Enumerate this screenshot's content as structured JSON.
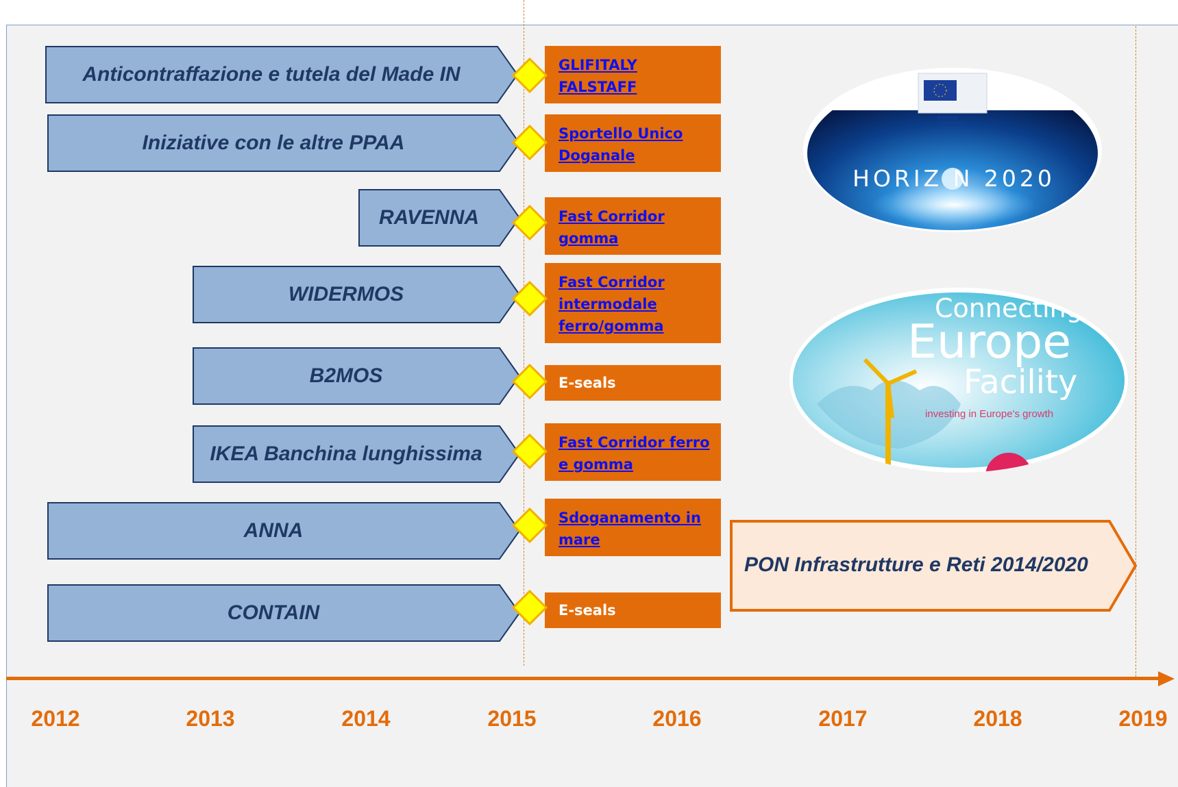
{
  "projects": [
    {
      "label": "Anticontraffazione e tutela del Made IN"
    },
    {
      "label": "Iniziative con le altre PPAA"
    },
    {
      "label": "RAVENNA"
    },
    {
      "label": "WIDERMOS"
    },
    {
      "label": "B2MOS"
    },
    {
      "label": "IKEA Banchina lunghissima"
    },
    {
      "label": "ANNA"
    },
    {
      "label": "CONTAIN"
    }
  ],
  "outcomes": [
    {
      "lines": [
        "GLIFITALY",
        "FALSTAFF"
      ],
      "link": true
    },
    {
      "lines": [
        "Sportello Unico",
        "Doganale"
      ],
      "link": true
    },
    {
      "lines": [
        "Fast Corridor",
        "gomma"
      ],
      "link": true
    },
    {
      "lines": [
        "Fast Corridor",
        "intermodale",
        "ferro/gomma"
      ],
      "link": true
    },
    {
      "lines": [
        "E-seals"
      ],
      "link": false
    },
    {
      "lines": [
        "Fast Corridor  ferro",
        "e gomma"
      ],
      "link": true
    },
    {
      "lines": [
        "Sdoganamento  in",
        "mare"
      ],
      "link": true
    },
    {
      "lines": [
        "E-seals"
      ],
      "link": false
    }
  ],
  "pon": {
    "label": "PON Infrastrutture e Reti 2014/2020"
  },
  "horizon": {
    "text": "HORIZ N 2020",
    "sub": "European Commission"
  },
  "cef": {
    "line1": "Connecting",
    "line2": "Europe",
    "line3": "Facility",
    "tagline": "investing in Europe's growth"
  },
  "timeline": {
    "years": [
      "2012",
      "2013",
      "2014",
      "2015",
      "2016",
      "2017",
      "2018",
      "2019"
    ]
  },
  "colors": {
    "arrow_fill": "#95b3d7",
    "arrow_stroke": "#1f3864",
    "accent": "#e36c0a",
    "diamond": "#ffff00"
  }
}
